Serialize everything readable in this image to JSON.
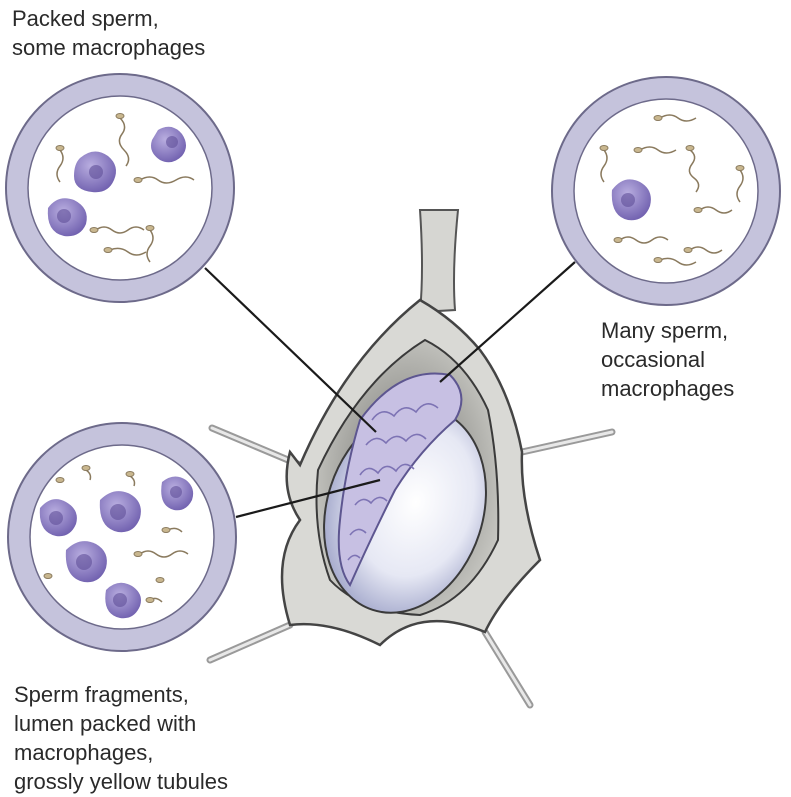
{
  "labels": {
    "top_left": [
      "Packed sperm,",
      "some macrophages"
    ],
    "right": [
      "Many sperm,",
      "occasional",
      "macrophages"
    ],
    "bottom_left": [
      "Sperm fragments,",
      "lumen packed with",
      "macrophages,",
      "grossly yellow tubules"
    ]
  },
  "colors": {
    "ring": "#c5c3dc",
    "ring_outline": "#6d6a8a",
    "macrophage": "#8c7cc0",
    "macrophage_nucleus": "#5f4f98",
    "sperm": "#8a7a5e",
    "tissue": "#d9d9d5",
    "tissue_shadow": "#8f8f8a",
    "testis": "#e4e6f3",
    "epididymis": "#b9b1d8",
    "leader_line": "#1a1a1a"
  },
  "icons": [
    "retractor",
    "macrophage",
    "sperm"
  ]
}
